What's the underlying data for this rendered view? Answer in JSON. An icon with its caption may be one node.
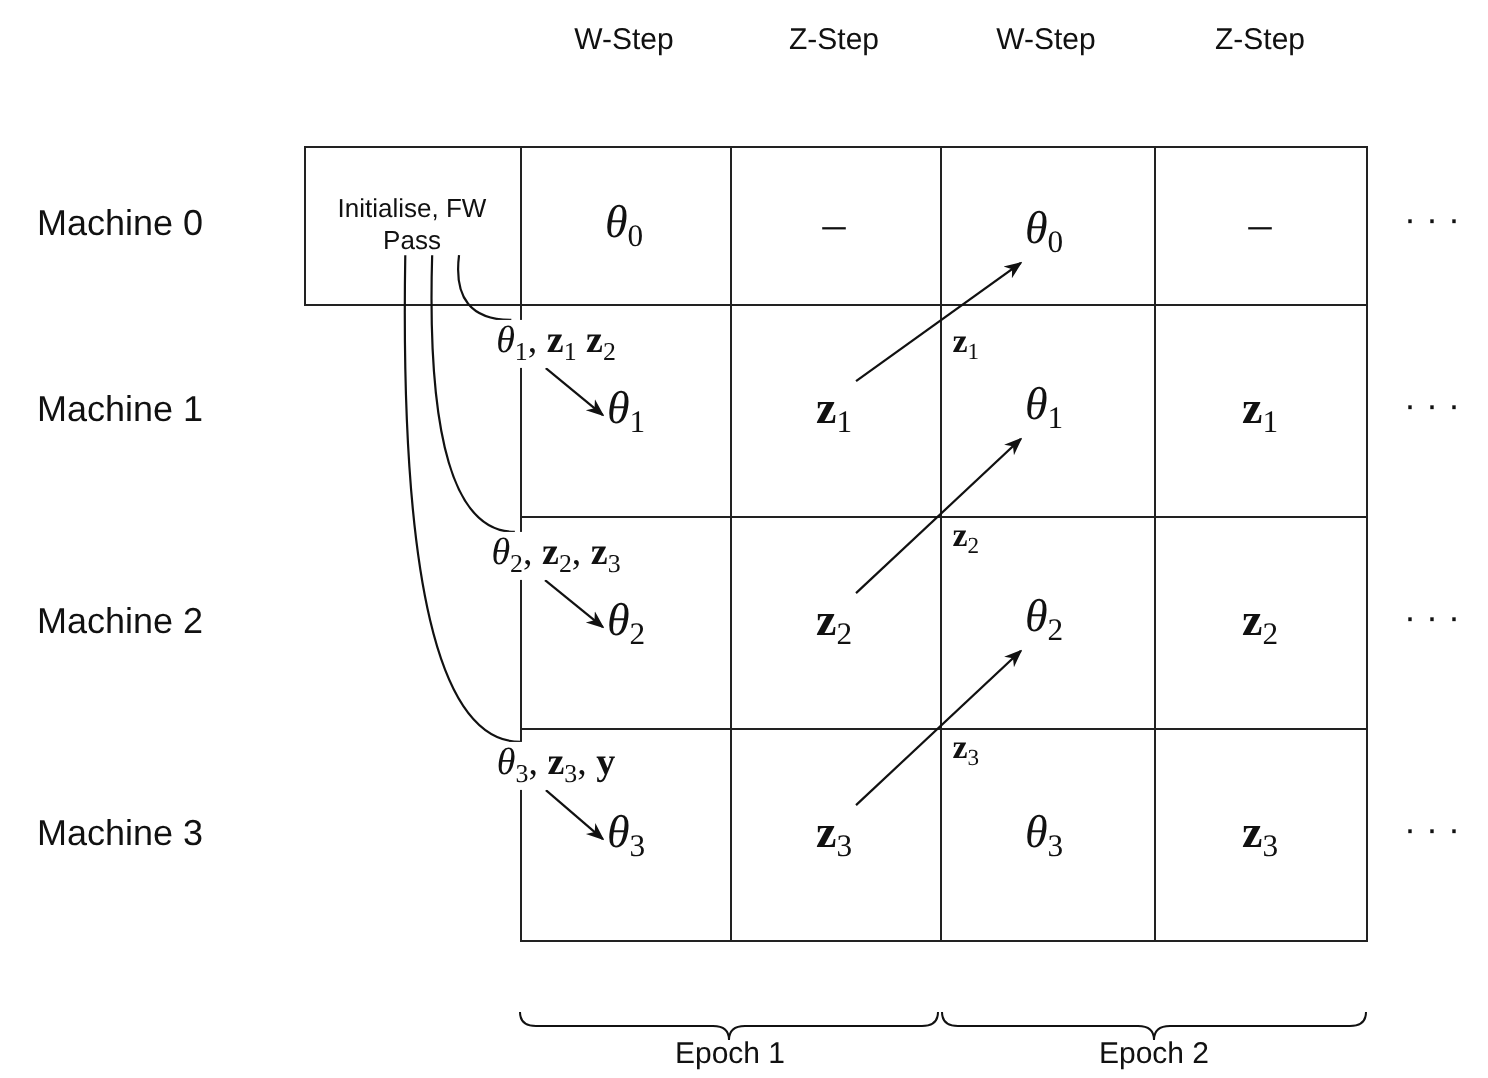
{
  "diagram": {
    "nodes": [
      {
        "text": [
          "Initialise, FW Pass"
        ]
      },
      {
        "text": [
          "*θ*$_{0}$"
        ]
      },
      {
        "text": [
          "–"
        ]
      },
      {
        "text": [
          "*θ*$_{0}$"
        ]
      },
      {
        "text": [
          "–"
        ]
      },
      {
        "text": [
          "*θ*$_{1}$, **z**$_{1}$ **z**$_{2}$"
        ]
      },
      {
        "text": [
          "*θ*$_{1}$"
        ]
      },
      {
        "text": [
          "**z**$_{1}$"
        ]
      },
      {
        "text": [
          "*θ*$_{1}$"
        ]
      },
      {
        "text": [
          "**z**$_{1}$"
        ]
      },
      {
        "text": [
          "*θ*$_{2}$, **z**$_{2}$, **z**$_{3}$"
        ]
      },
      {
        "text": [
          "*θ*$_{2}$"
        ]
      },
      {
        "text": [
          "**z**$_{2}$"
        ]
      },
      {
        "text": [
          "*θ*$_{2}$"
        ]
      },
      {
        "text": [
          "**z**$_{2}$"
        ]
      },
      {
        "text": [
          "*θ*$_{3}$, **z**$_{3}$, **y**"
        ]
      },
      {
        "text": [
          "*θ*$_{3}$"
        ]
      },
      {
        "text": [
          "**z**$_{3}$"
        ]
      },
      {
        "text": [
          "*θ*$_{3}$"
        ]
      },
      {
        "text": [
          "**z**$_{3}$"
        ]
      }
    ],
    "edges": [
      {
        "from": 0,
        "to": 5,
        "arrow": "none"
      },
      {
        "from": 5,
        "to": 6,
        "arrow": "to"
      },
      {
        "from": 0,
        "to": 10,
        "arrow": "none"
      },
      {
        "from": 10,
        "to": 11,
        "arrow": "to"
      },
      {
        "from": 0,
        "to": 15,
        "arrow": "none"
      },
      {
        "from": 15,
        "to": 16,
        "arrow": "to"
      },
      {
        "from": 7,
        "to": 3,
        "arrow": "to",
        "label": "**z**$_{1}$"
      },
      {
        "from": 12,
        "to": 8,
        "arrow": "to",
        "label": "**z**$_{2}$"
      },
      {
        "from": 17,
        "to": 13,
        "arrow": "to",
        "label": "**z**$_{3}$"
      }
    ],
    "labels": [
      "W-Step",
      "Z-Step",
      "W-Step",
      "Z-Step",
      "Machine 0",
      "· · ·",
      "Machine 1",
      "· · ·",
      "Machine 2",
      "· · ·",
      "Machine 3",
      "· · ·",
      "Epoch 1",
      "Epoch 2"
    ]
  }
}
